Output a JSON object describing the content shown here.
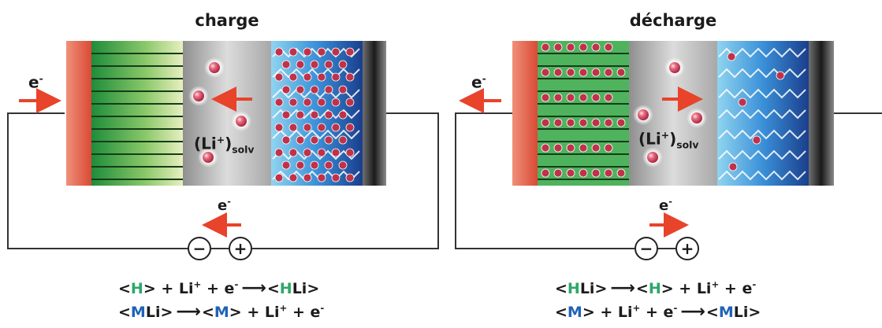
{
  "panels": [
    {
      "title": "charge",
      "electron_label": "e",
      "electron_sup": "-",
      "ion_label": "(Li",
      "ion_sup": "+",
      "ion_close": ")",
      "ion_sub": "solv",
      "wire_electron_label": "e",
      "wire_electron_sup": "-",
      "minus_symbol": "−",
      "plus_symbol": "+",
      "eq1": {
        "lt": "<",
        "letter": "H",
        "gt": ">",
        "rest": " + Li",
        "sup1": "+",
        "mid": " + e",
        "sup2": "-",
        "prod_lt": "<",
        "prod_letter": "H",
        "prod_rest": "Li>"
      },
      "eq2": {
        "lt": "<",
        "letter": "M",
        "gt": "Li>",
        "prod_lt": "<",
        "prod_letter": "M",
        "prod_gt": ">",
        "rest": " + Li",
        "sup1": "+",
        "mid": " + e",
        "sup2": "-"
      }
    },
    {
      "title": "décharge",
      "electron_label": "e",
      "electron_sup": "-",
      "ion_label": "(Li",
      "ion_sup": "+",
      "ion_close": ")",
      "ion_sub": "solv",
      "wire_electron_label": "e",
      "wire_electron_sup": "-",
      "minus_symbol": "−",
      "plus_symbol": "+",
      "eq1": {
        "lt": "<",
        "letter": "H",
        "gt": "Li>",
        "prod_lt": "<",
        "prod_letter": "H",
        "prod_gt": ">",
        "rest": " + Li",
        "sup1": "+",
        "mid": " + e",
        "sup2": "-"
      },
      "eq2": {
        "lt": "<",
        "letter": "M",
        "gt": ">",
        "rest": " + Li",
        "sup1": "+",
        "mid": " + e",
        "sup2": "-",
        "prod_lt": "<",
        "prod_letter": "M",
        "prod_rest": "Li>"
      }
    }
  ],
  "colors": {
    "arrow": "#e8432b",
    "anode_green": "#2e9e4a",
    "cathode_blue": "#1f63b8",
    "electrolyte": "#b9b9b9",
    "collector_red": "#e05a45",
    "ion": "#c0324a"
  }
}
